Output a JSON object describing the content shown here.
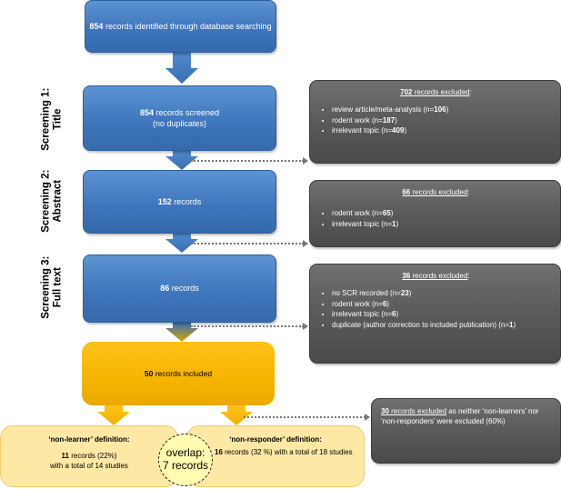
{
  "identified": {
    "count": "854",
    "text": " records identified through database searching"
  },
  "stages": [
    {
      "label_line1": "Screening 1:",
      "label_line2": "Title"
    },
    {
      "label_line1": "Screening 2:",
      "label_line2": "Abstract"
    },
    {
      "label_line1": "Screening 3:",
      "label_line2": "Full text"
    }
  ],
  "screen1": {
    "count": "854",
    "text": " records screened",
    "sub": "(no duplicates)"
  },
  "screen2": {
    "count": "152",
    "text": " records"
  },
  "screen3": {
    "count": "86",
    "text": " records"
  },
  "excluded1": {
    "count": "702",
    "head_text": " records excluded",
    "items": [
      {
        "label": "review article/meta-analysis (n=",
        "n": "106",
        "end": ")"
      },
      {
        "label": "rodent work (n=",
        "n": "187",
        "end": ")"
      },
      {
        "label": "irrelevant topic (n=",
        "n": "409",
        "end": ")"
      }
    ]
  },
  "excluded2": {
    "count": "66",
    "head_text": " records excluded",
    "items": [
      {
        "label": "rodent work (n=",
        "n": "65",
        "end": ")"
      },
      {
        "label": "irrelevant topic (n=",
        "n": "1",
        "end": ")"
      }
    ]
  },
  "excluded3": {
    "count": "36",
    "head_text": " records excluded",
    "items": [
      {
        "label": "no SCR recorded (n=",
        "n": "23",
        "end": ")"
      },
      {
        "label": "rodent work (n=",
        "n": "6",
        "end": ")"
      },
      {
        "label": "irrelevant topic (n=",
        "n": "6",
        "end": ")"
      },
      {
        "label": "duplicate (author correction to included publication) (n=",
        "n": "1",
        "end": ")"
      }
    ]
  },
  "included": {
    "count": "50",
    "text": " records included"
  },
  "nonlearner": {
    "title": "‘non-learner’ definition:",
    "count": "11",
    "text": " records (22%)",
    "line3": "with a total of 14 studies"
  },
  "nonresponder": {
    "title": "‘non-responder’ definition:",
    "count": "16",
    "text": " records (32 %) with a total of 18 studies"
  },
  "overlap": {
    "line1": "overlap:",
    "line2": "7 records"
  },
  "neither": {
    "count": "30",
    "underlined": " records excluded",
    "text": " as neither ‘non-learners’ nor ‘non-responders’ were excluded (60%)"
  },
  "colors": {
    "blue_box": "#3d74bb",
    "gray_box": "#5a5a5a",
    "main_yellow": "#f6b400",
    "light_yellow": "#fde8a6",
    "overlap_fill": "#fffbb0"
  }
}
